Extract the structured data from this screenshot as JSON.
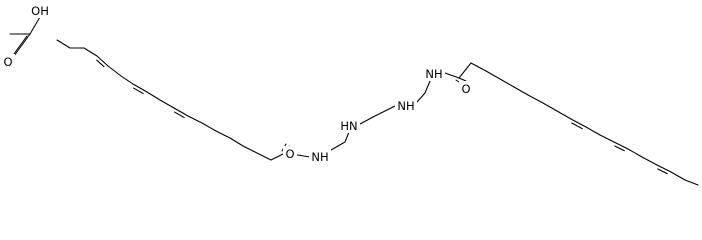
{
  "title": "",
  "components": [
    {
      "role": "acid",
      "atoms": [
        {
          "id": "ac_oh",
          "label": "OH"
        },
        {
          "id": "ac_o",
          "label": "O"
        }
      ]
    },
    {
      "role": "polyamide",
      "atoms": [
        {
          "id": "amide_o_left",
          "label": "O"
        },
        {
          "id": "nh_amide_left",
          "label": "NH"
        },
        {
          "id": "nh_amine_1",
          "label": "HN"
        },
        {
          "id": "nh_amine_2",
          "label": "NH"
        },
        {
          "id": "nh_amide_right",
          "label": "NH"
        },
        {
          "id": "amide_o_right",
          "label": "O"
        }
      ]
    }
  ],
  "colors": {
    "bond": "#000000",
    "text": "#000000",
    "background": "#ffffff"
  }
}
